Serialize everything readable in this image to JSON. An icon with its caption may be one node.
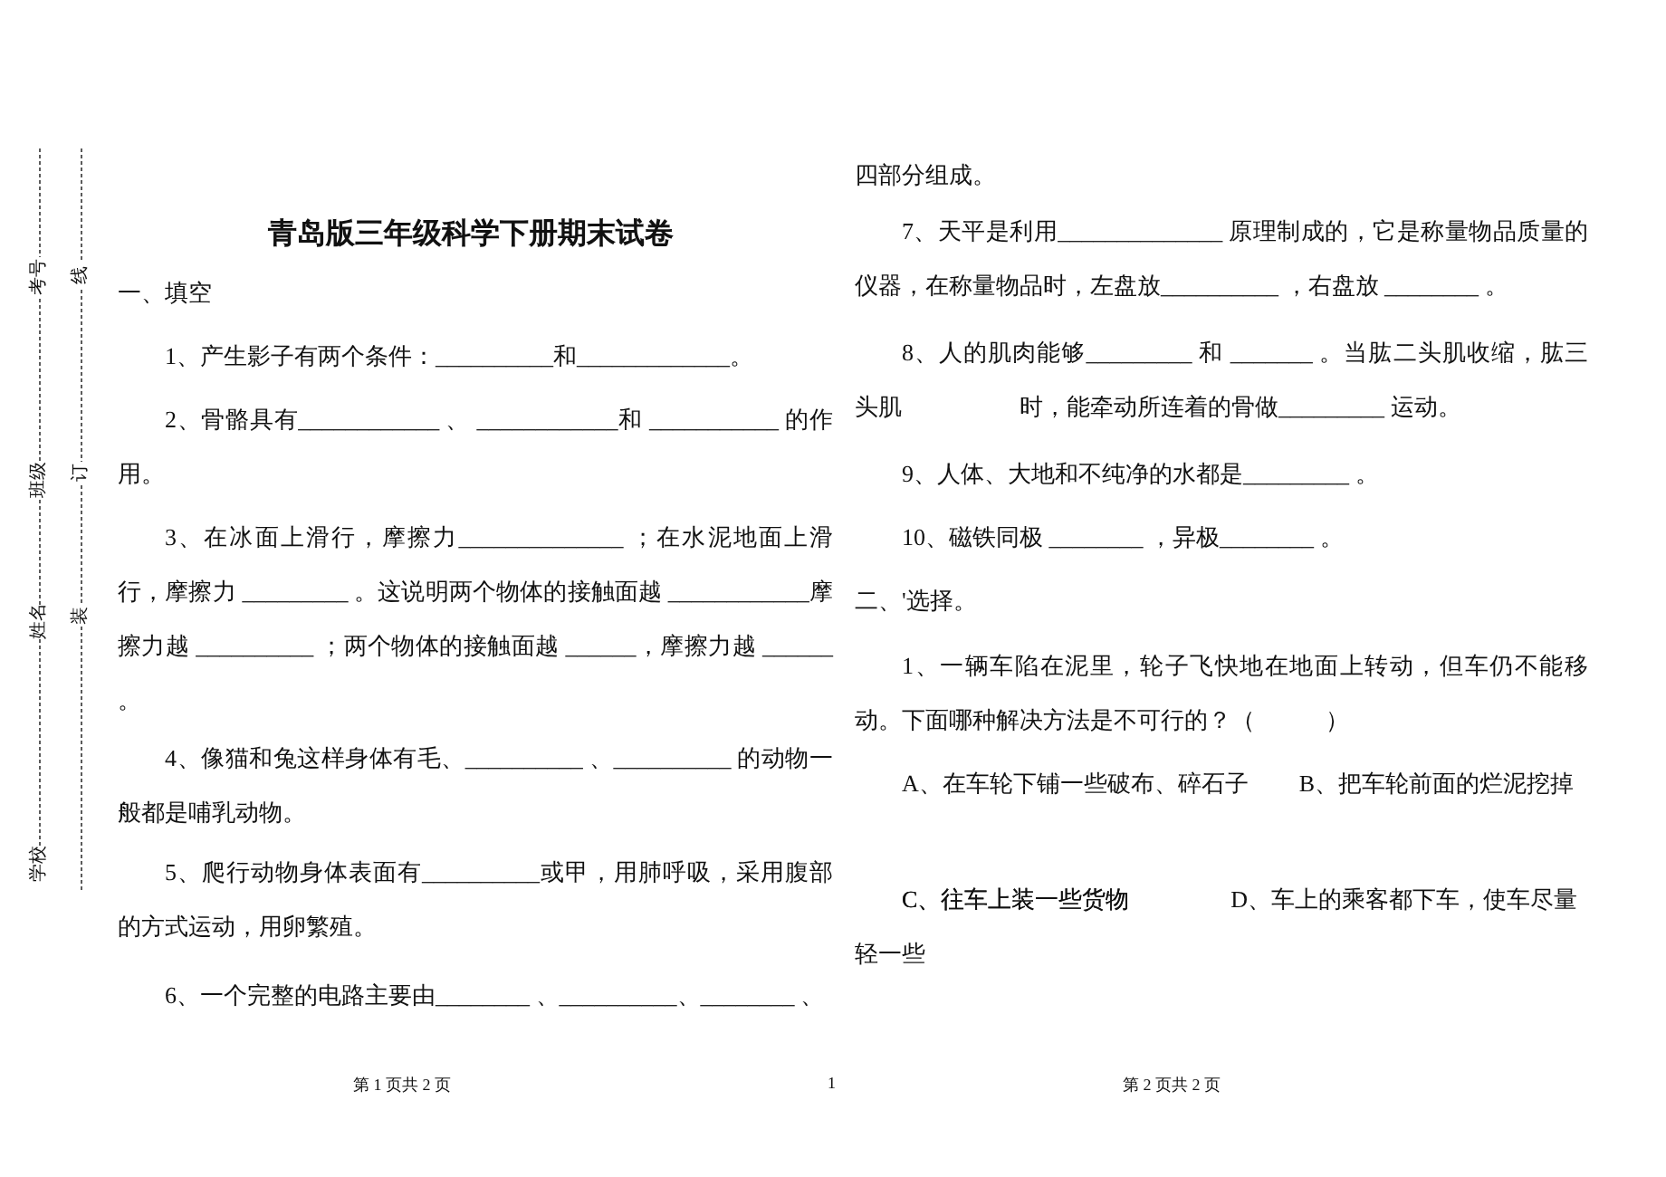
{
  "diagram": {
    "title": "青岛版三年级科学下册期末试卷",
    "labels": [
      "考号",
      "班级",
      "姓名",
      "学校",
      "线",
      "订",
      "装",
      "一、填空",
      "1、产生影子有两个条件：__________和_____________。",
      "2、骨骼具有____________ 、 ____________和 ___________ 的作用。",
      "3、在冰面上滑行，摩擦力______________ ；在水泥地面上滑行，摩擦力 _________ 。这说明两个物体的接触面越 ____________摩擦力越 __________ ；两个物体的接触面越 ______，摩擦力越 ______ 　　。",
      "4、像猫和兔这样身体有毛、__________ 、__________ 的动物一般都是哺乳动物。",
      "5、爬行动物身体表面有__________或甲，用肺呼吸，采用腹部的方式运动，用卵繁殖。",
      "6、一个完整的电路主要由________ 、__________、________ 、",
      "四部分组成。",
      "7、天平是利用______________ 原理制成的，它是称量物品质量的仪器，在称量物品时，左盘放__________ ，右盘放 ________ 。",
      "8、人的肌肉能够_________ 和 _______ 。当肱二头肌收缩，肱三头肌　　　　　时，能牵动所连着的骨做_________ 运动。",
      "9、人体、大地和不纯净的水都是_________ 。",
      "10、磁铁同极 ________ ，异极________ 。",
      "二、'选择。",
      "1、一辆车陷在泥里，轮子飞快地在地面上转动，但车仍不能移动。下面哪种解决方法是不可行的？（　　　）",
      "A、在车轮下铺一些破布、碎石子",
      "B、把车轮前面的烂泥挖掉",
      "C、往车上装一些货物",
      "D、车上的乘客都下车，使车尽量轻一些",
      "第 1 页共 2 页",
      "1",
      "第 2 页共 2 页"
    ]
  }
}
